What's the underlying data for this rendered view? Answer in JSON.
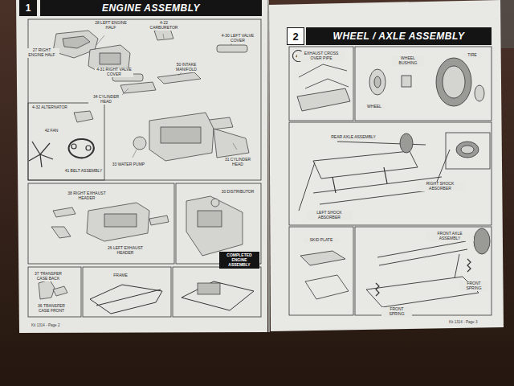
{
  "diagram": {
    "nodes": [
      {
        "text": [
          "1"
        ]
      },
      {
        "text": [
          "ENGINE ASSEMBLY"
        ]
      },
      {
        "text": [
          "COMPLETED ENGINE ASSEMBLY"
        ]
      },
      {
        "text": [
          "2"
        ]
      },
      {
        "text": [
          "WHEEL / AXLE ASSEMBLY"
        ]
      },
      {
        "text": [
          "4X"
        ]
      }
    ],
    "labels": [
      "27 RIGHT ENGINE HALF",
      "28 LEFT ENGINE HALF",
      "4-22 CARBURETOR",
      "4-30 LEFT VALVE COVER",
      "4-31 RIGHT VALVE COVER",
      "50 INTAKE MANIFOLD",
      "4-32 ALTERNATOR",
      "42 FAN",
      "41 BELT ASSEMBLY",
      "34 CYLINDER HEAD",
      "33 WATER PUMP",
      "31 CYLINDER HEAD",
      "38 RIGHT EXHAUST HEADER",
      "26 LEFT EXHAUST HEADER",
      "30 DISTRIBUTOR",
      "37 TRANSFER CASE BACK",
      "36 TRANSFER CASE FRONT",
      "FRAME",
      "Kit 1314 - Page 2",
      "EXHAUST CROSS OVER PIPE",
      "WHEEL BUSHING",
      "TIRE",
      "WHEEL",
      "REAR AXLE ASSEMBLY",
      "RIGHT SHOCK ABSORBER",
      "LEFT SHOCK ABSORBER",
      "SKID PLATE",
      "FRONT AXLE ASSEMBLY",
      "FRONT SPRING",
      "FRONT SPRING",
      "Kit 1314 - Page 3"
    ]
  }
}
